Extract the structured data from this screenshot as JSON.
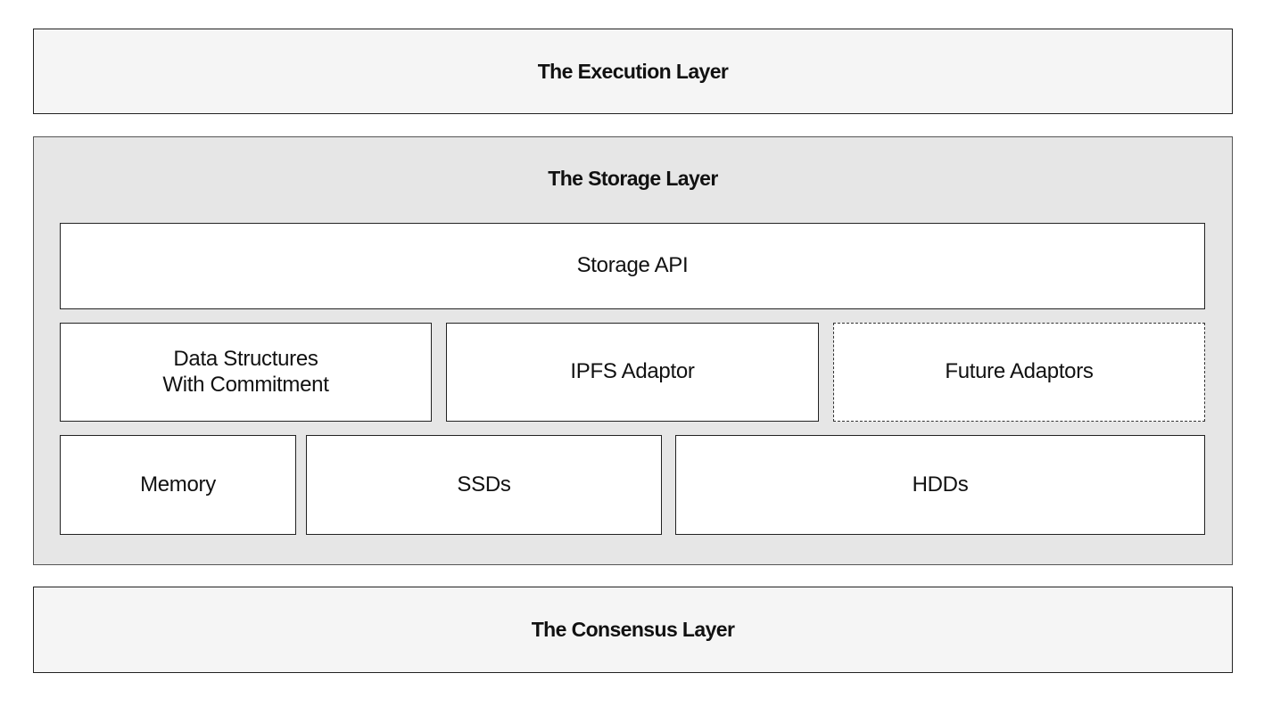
{
  "layers": {
    "execution": {
      "title": "The Execution Layer"
    },
    "storage": {
      "title": "The Storage Layer",
      "api": "Storage API",
      "adaptors": {
        "data_structures_line1": "Data Structures",
        "data_structures_line2": "With Commitment",
        "ipfs": "IPFS Adaptor",
        "future": "Future Adaptors"
      },
      "media": {
        "memory": "Memory",
        "ssds": "SSDs",
        "hdds": "HDDs"
      }
    },
    "consensus": {
      "title": "The Consensus Layer"
    }
  }
}
